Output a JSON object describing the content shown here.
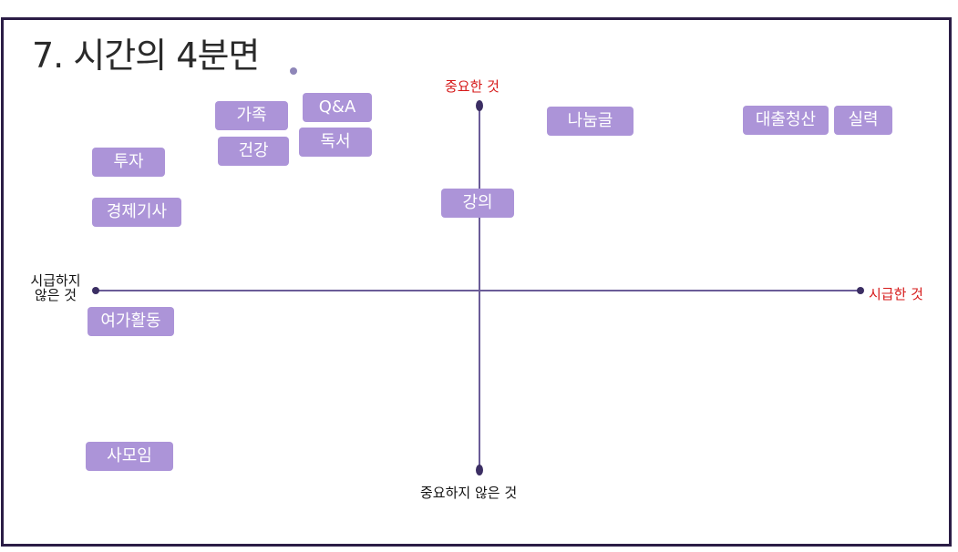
{
  "title": "7. 시간의 4분면",
  "axes": {
    "top": "중요한 것",
    "bottom": "중요하지 않은 것",
    "right": "시급한 것",
    "left_line1": "시급하지",
    "left_line2": "않은 것"
  },
  "tags": {
    "family": "가족",
    "qa": "Q&A",
    "health": "건강",
    "reading": "독서",
    "invest": "투자",
    "econ_article": "경제기사",
    "lecture": "강의",
    "sharing_post": "나눔글",
    "loan_repay": "대출청산",
    "skill": "실력",
    "leisure": "여가활동",
    "social_gathering": "사모임"
  },
  "colors": {
    "frame": "#2b1d46",
    "axis": "#6a5c98",
    "tag_bg": "#ac94d8",
    "accent_red": "#d61a1a"
  }
}
